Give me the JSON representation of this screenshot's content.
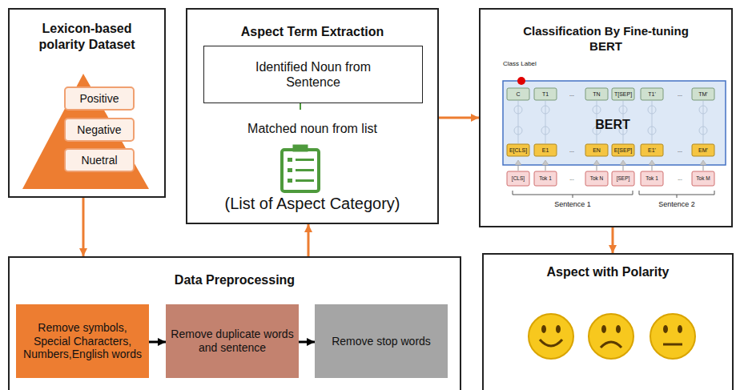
{
  "diagram": {
    "nodes": [
      {
        "text": [
          "Lexicon-based polarity Dataset"
        ]
      },
      {
        "text": [
          "Positive"
        ],
        "in": 0
      },
      {
        "text": [
          "Negative"
        ],
        "in": 0
      },
      {
        "text": [
          "Nuetral"
        ],
        "in": 0
      },
      {
        "text": [
          "Aspect Term Extraction",
          "Matched noun from list",
          "(List of Aspect Category)"
        ]
      },
      {
        "text": [
          "Identified Noun from Sentence"
        ],
        "in": 4
      },
      {
        "text": [
          "Classification By Fine-tuning BERT"
        ]
      },
      {
        "text": [
          "Aspect with Polarity"
        ]
      },
      {
        "text": [
          "Data Preprocessing"
        ]
      },
      {
        "text": [
          "Remove symbols, Special Characters, Numbers,English words"
        ],
        "in": 8
      },
      {
        "text": [
          "Remove duplicate words and sentence"
        ],
        "in": 8
      },
      {
        "text": [
          "Remove stop words"
        ],
        "in": 8
      }
    ],
    "edges": [
      {
        "from": 0,
        "to": 8,
        "arrow": "to"
      },
      {
        "from": 8,
        "to": 4,
        "arrow": "to"
      },
      {
        "from": 4,
        "to": 6,
        "arrow": "to"
      },
      {
        "from": 6,
        "to": 7,
        "arrow": "to"
      },
      {
        "from": 9,
        "to": 10,
        "arrow": "to"
      },
      {
        "from": 10,
        "to": 11,
        "arrow": "to"
      }
    ],
    "labels": [
      "Class Label",
      "C",
      "T1",
      "...",
      "TN",
      "T[SEP]",
      "T1'",
      "...",
      "TM'",
      "BERT",
      "E[CLS]",
      "E1",
      "...",
      "EN",
      "E[SEP]",
      "E1'",
      "...",
      "EM'",
      "[CLS]",
      "Tok 1",
      "...",
      "Tok N",
      "[SEP]",
      "Tok 1",
      "...",
      "Tok M",
      "Sentence 1",
      "Sentence 2"
    ]
  }
}
